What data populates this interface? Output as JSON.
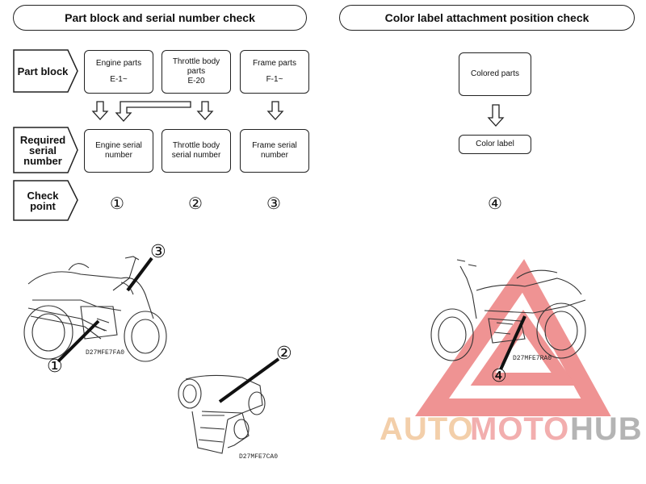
{
  "headers": {
    "left": "Part block and serial number check",
    "right": "Color label attachment position check"
  },
  "row_labels": {
    "part_block": [
      "Part block"
    ],
    "required_serial": [
      "Required",
      "serial",
      "number"
    ],
    "check_point": [
      "Check",
      "point"
    ]
  },
  "part_blocks": [
    {
      "name": "Engine parts",
      "code": "E-1~"
    },
    {
      "name": "Throttle body parts",
      "code": "E-20"
    },
    {
      "name": "Frame parts",
      "code": "F-1~"
    }
  ],
  "serial_numbers": [
    "Engine serial number",
    "Throttle body serial number",
    "Frame serial number"
  ],
  "check_points": [
    "①",
    "②",
    "③"
  ],
  "color_flow": {
    "top": "Colored parts",
    "bottom": "Color label",
    "check_point": "④"
  },
  "illustrations": {
    "motorcycle_left_code": "D27MFE7FA0",
    "throttle_code": "D27MFE7CA0",
    "motorcycle_right_code": "D27MFE7RA0",
    "callouts": {
      "engine": "①",
      "throttle": "②",
      "frame": "③",
      "label": "④"
    }
  },
  "watermark": {
    "auto": "AUTO",
    "moto": "MOTO",
    "hub": "HUB",
    "colors": {
      "auto": "#f2c79c",
      "moto": "#f0a0a0",
      "hub": "#a8a8a8",
      "triangle": "#e23b3b"
    }
  }
}
